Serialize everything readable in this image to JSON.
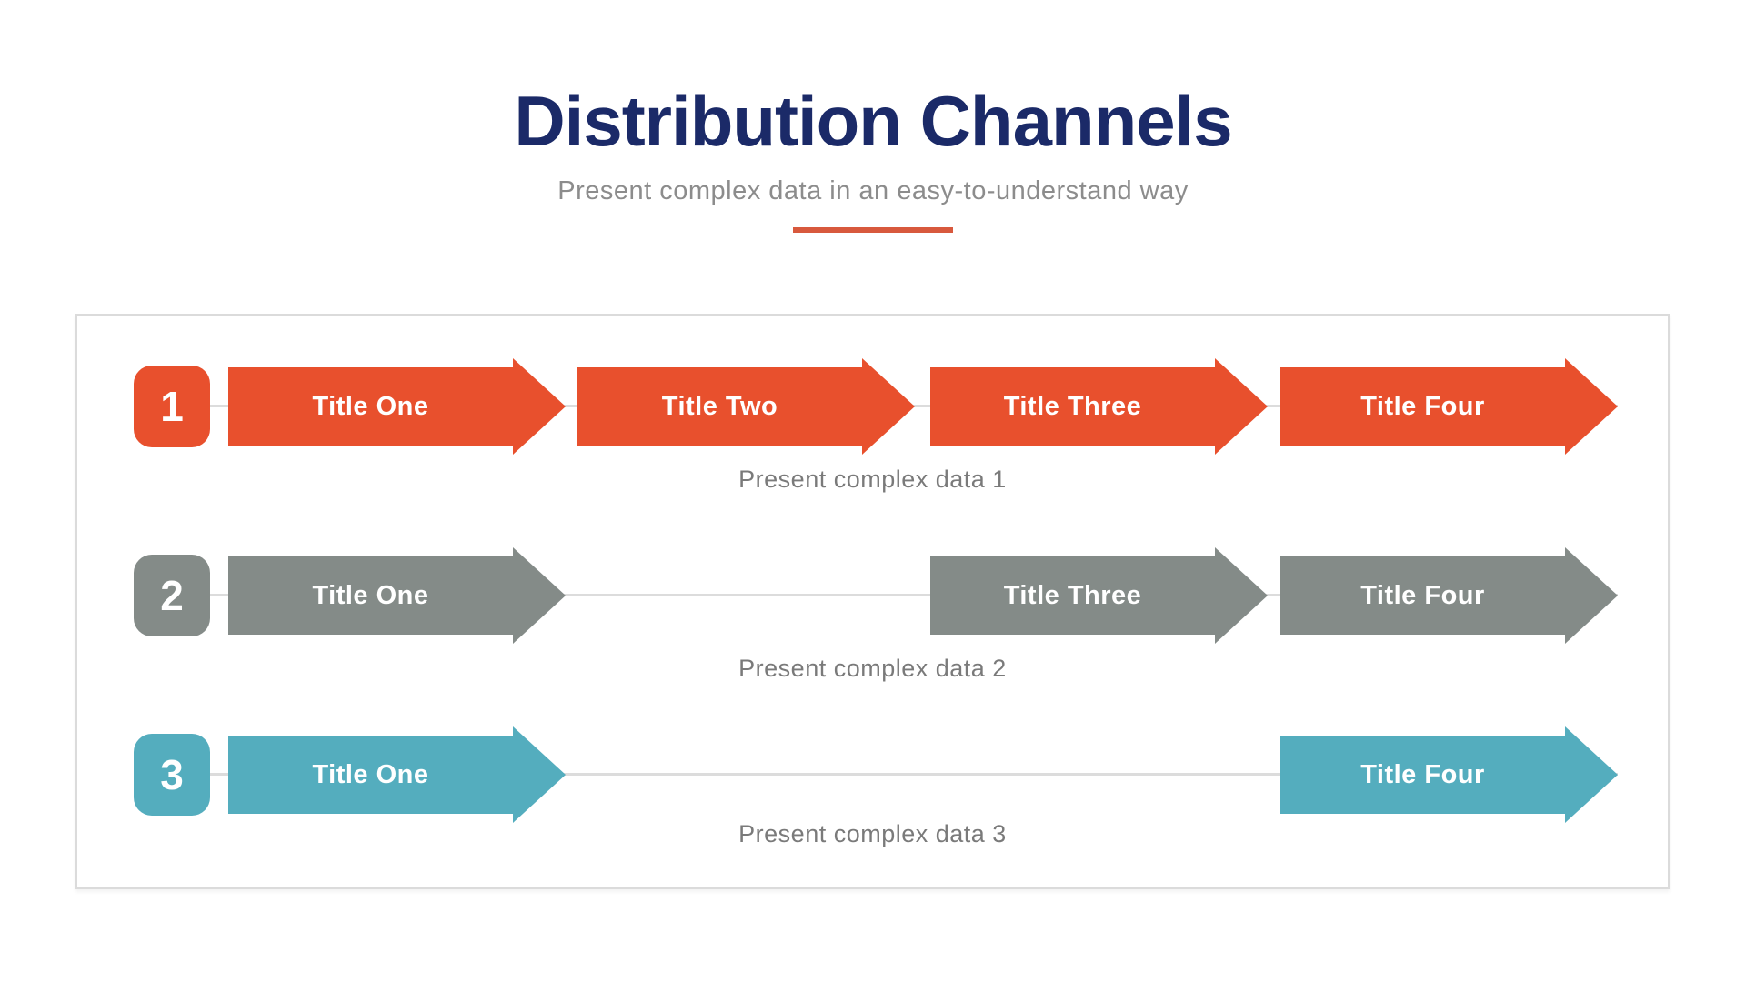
{
  "header": {
    "title": "Distribution Channels",
    "subtitle": "Present complex data in an easy-to-understand way"
  },
  "colors": {
    "title_navy": "#1B2A68",
    "subtitle_gray": "#8C8C8C",
    "divider_orange": "#D8593D",
    "caption_gray": "#7A7A7A",
    "connector_gray": "#DCDCDC",
    "board_border_gray": "#DBDBDB",
    "row1_orange": "#E8502D",
    "row2_gray": "#848B88",
    "row3_teal": "#54ADBE",
    "arrow_text_white": "#FFFFFF"
  },
  "board": {
    "rows": [
      {
        "number": "1",
        "color": "#E8502D",
        "caption": "Present complex data 1",
        "slots": [
          "Title One",
          "Title Two",
          "Title Three",
          "Title Four"
        ]
      },
      {
        "number": "2",
        "color": "#848B88",
        "caption": "Present complex data 2",
        "slots": [
          "Title One",
          null,
          "Title Three",
          "Title Four"
        ]
      },
      {
        "number": "3",
        "color": "#54ADBE",
        "caption": "Present complex data 3",
        "slots": [
          "Title One",
          null,
          null,
          "Title Four"
        ]
      }
    ]
  }
}
